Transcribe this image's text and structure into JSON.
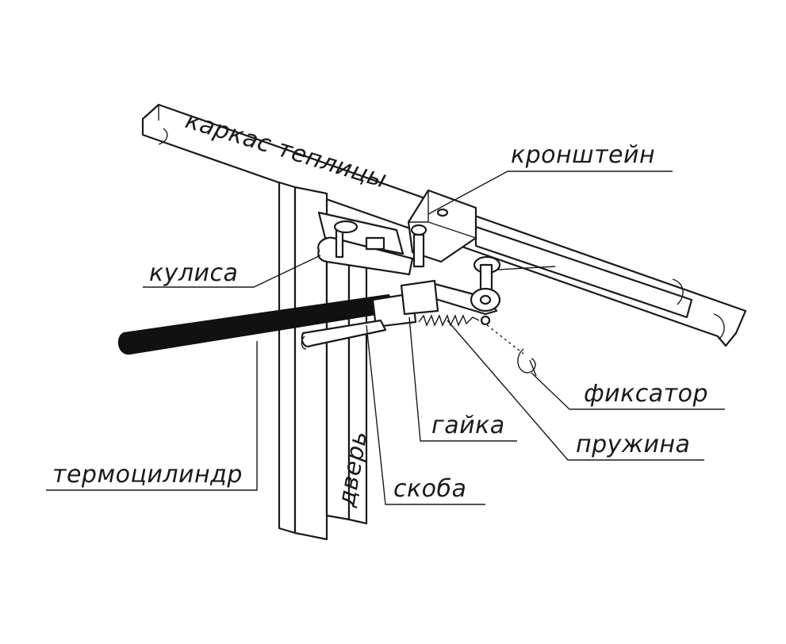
{
  "labels": {
    "frame": "каркас теплицы",
    "bracket": "кронштейн",
    "rocker": "кулиса",
    "thermocylinder": "термоцилиндр",
    "door": "дверь",
    "clip": "скоба",
    "nut": "гайка",
    "spring": "пружина",
    "latch": "фиксатор"
  },
  "colors": {
    "ink": "#1a1a1a",
    "cylinder": "#111111",
    "background": "#ffffff"
  }
}
